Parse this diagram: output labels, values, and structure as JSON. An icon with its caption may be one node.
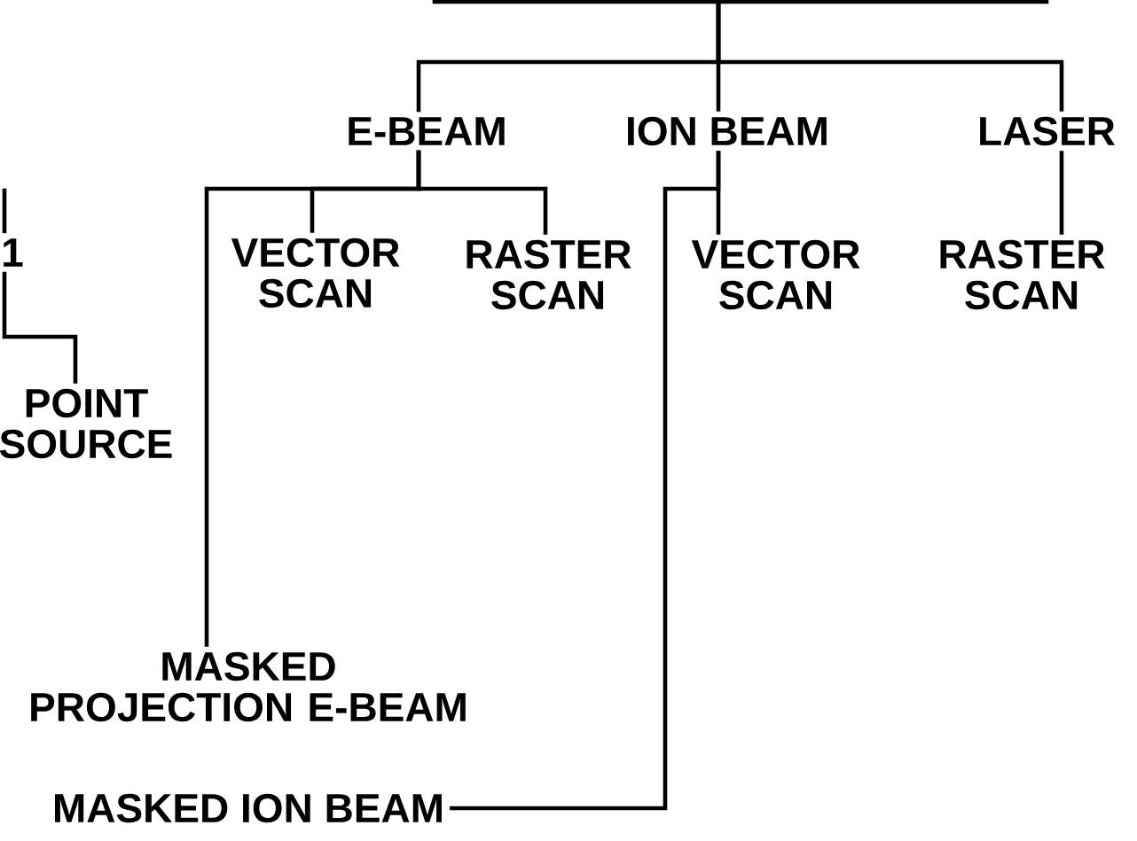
{
  "diagram": {
    "nodes": [
      {
        "text": [
          "E-BEAM"
        ]
      },
      {
        "text": [
          "ION BEAM"
        ]
      },
      {
        "text": [
          "LASER"
        ]
      },
      {
        "text": [
          "1"
        ]
      },
      {
        "text": [
          "VECTOR SCAN"
        ]
      },
      {
        "text": [
          "RASTER SCAN"
        ]
      },
      {
        "text": [
          "VECTOR SCAN"
        ]
      },
      {
        "text": [
          "RASTER SCAN"
        ]
      },
      {
        "text": [
          "POINT SOURCE"
        ]
      },
      {
        "text": [
          "MASKED PROJECTION E-BEAM"
        ]
      },
      {
        "text": [
          "MASKED ION BEAM"
        ]
      }
    ],
    "edges": [
      {
        "from": null,
        "to": 0,
        "arrow": "none"
      },
      {
        "from": null,
        "to": 1,
        "arrow": "none"
      },
      {
        "from": null,
        "to": 2,
        "arrow": "none"
      },
      {
        "from": null,
        "to": 3,
        "arrow": "none"
      },
      {
        "from": 0,
        "to": 4,
        "arrow": "none"
      },
      {
        "from": 0,
        "to": 5,
        "arrow": "none"
      },
      {
        "from": 0,
        "to": 9,
        "arrow": "none"
      },
      {
        "from": 1,
        "to": 6,
        "arrow": "none"
      },
      {
        "from": 1,
        "to": 10,
        "arrow": "none"
      },
      {
        "from": 2,
        "to": 7,
        "arrow": "none"
      },
      {
        "from": 3,
        "to": 8,
        "arrow": "none"
      }
    ]
  }
}
